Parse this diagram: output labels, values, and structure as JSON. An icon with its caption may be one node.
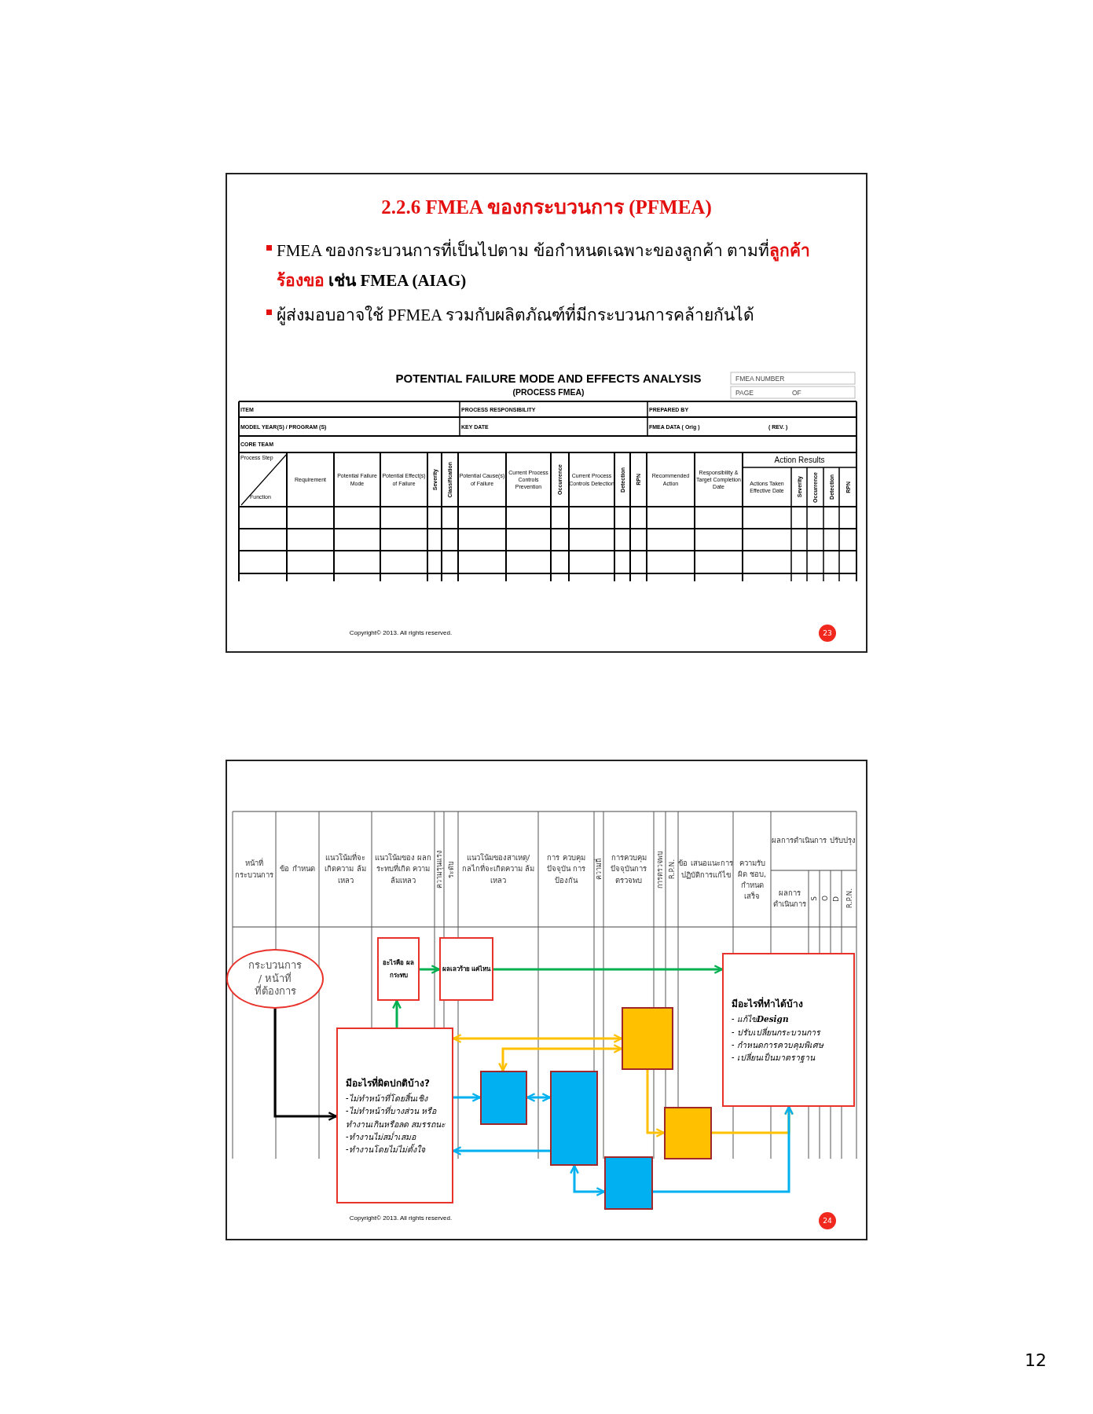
{
  "diagram": {
    "title": "2.2.6 FMEA ของกระบวนการ (PFMEA)",
    "nodes": [
      {
        "text": [
          "กระบวนการ",
          "/ หน้าที่",
          "ที่ต้องการ"
        ]
      },
      {
        "text": [
          "อะไรคือ ผล กระทบ"
        ]
      },
      {
        "text": [
          "ผลเลวร้าย แค่ไหน"
        ]
      },
      {
        "text": [
          "มีอะไรที่ทำได้บ้าง",
          "- แก้ไข**Design**",
          "- ปรับเปลี่ยนกระบวนการ",
          "- กำหนดการควบคุมพิเศษ",
          "- เปลี่ยนเป็นมาตราฐาน"
        ]
      },
      {
        "text": [
          "มีอะไรที่ผิดปกติบ้าง?",
          "-ไม่ทำหน้าที่โดยสิ้นเชิง",
          "-ไม่ทำหน้าที่บางส่วน หรือทำงานเกินหรือลด สมรรถนะ",
          "-ทำงานไม่สม่ำเสมอ",
          "-ทำงานโดยไม่ไม่ตั้งใจ"
        ]
      },
      {
        "text": [],
        "shape": "box"
      },
      {
        "text": [],
        "shape": "box"
      },
      {
        "text": [],
        "shape": "box"
      },
      {
        "text": [],
        "shape": "box"
      },
      {
        "text": [],
        "shape": "box"
      }
    ],
    "edges": [
      {
        "from": 0,
        "to": 4,
        "arrow": "to",
        "color": "#000000"
      },
      {
        "from": 4,
        "to": 1,
        "arrow": "to",
        "color": "#00b050"
      },
      {
        "from": 1,
        "to": 2,
        "arrow": "to",
        "color": "#00b050"
      },
      {
        "from": 2,
        "to": 3,
        "arrow": "to",
        "color": "#00b050"
      },
      {
        "from": 4,
        "to": 5,
        "arrow": "both",
        "color": "#ffc000"
      },
      {
        "from": 6,
        "to": 5,
        "arrow": "both",
        "color": "#ffc000"
      },
      {
        "from": 5,
        "to": 8,
        "arrow": "to",
        "color": "#ffc000"
      },
      {
        "from": 8,
        "to": 3,
        "arrow": "to",
        "color": "#ffc000"
      },
      {
        "from": 4,
        "to": 6,
        "arrow": "to"
      },
      {
        "from": 6,
        "to": 7,
        "arrow": "both"
      },
      {
        "from": 7,
        "to": 4,
        "arrow": "to"
      },
      {
        "from": 7,
        "to": 9,
        "arrow": "both"
      },
      {
        "from": 9,
        "to": 3,
        "arrow": "to"
      }
    ],
    "labels": [
      "FMEA ของกระบวนการที่เป็นไปตาม ข้อกำหนดเฉพาะของลูกค้า ตามที่**ลูกค้าร้องขอ** **เช่น FMEA (AIAG)**",
      "ผู้ส่งมอบอาจใช้ PFMEA รวมกับผลิตภัณฑ์ที่มีกระบวนการคล้ายกันได้",
      "POTENTIAL FAILURE MODE AND EFFECTS ANALYSIS",
      "FMEA NUMBER",
      "(PROCESS FMEA)",
      "PAGE",
      "OF",
      "ITEM",
      "PROCESS RESPONSIBILITY",
      "PREPARED BY",
      "MODEL YEAR(S) / PROGRAM (S)",
      "KEY DATE",
      "FMEA DATA ( Orig )",
      "( REV. )",
      "CORE TEAM",
      "Process Step",
      "Requirement",
      "Potential Failure Mode",
      "Potential Effect(s) of Failure",
      "Severity",
      "Classification",
      "Potential Cause(s) of Failure",
      "Current Process Controls Prevention",
      "Occurrence",
      "Current Process Controls Detection",
      "Detection",
      "RPN",
      "Recommended Action",
      "Responsibility & Target Completion Date",
      "Action Results",
      "Function",
      "Actions Taken Effective Date",
      "Severity",
      "Occurrence",
      "Detection",
      "RPN",
      "Copyright© 2013. All rights reserved.",
      "23",
      "หน้าที่ กระบวนการ",
      "ข้อ กำหนด",
      "แนวโน้มที่จะ เกิดความ ล้มเหลว",
      "แนวโน้มของ ผลกระทบที่เกิด ความล้มเหลว",
      "ความรุนแรง",
      "ระดับ",
      "แนวโน้มของสาเหตุ/ กลไกที่จะเกิดความ ล้มเหลว",
      "การ ควบคุม ปัจจุบัน การ ป้องกัน",
      "ความถี่",
      "การควบคุม ปัจจุบันการ ตรวจพบ",
      "การตรวจพบ",
      "R.P.N.",
      "ข้อ เสนอแนะการ ปฏิบัติการแก้ไข",
      "ความรับ ผิด ชอบ, กำหนด เสร็จ",
      "ผลการดำเนินการ ปรับปรุง",
      "ผลการ ดำเนินการ",
      "S",
      "O",
      "D",
      "R.P.N.",
      "Copyright© 2013. All rights reserved.",
      "24",
      "12"
    ]
  }
}
